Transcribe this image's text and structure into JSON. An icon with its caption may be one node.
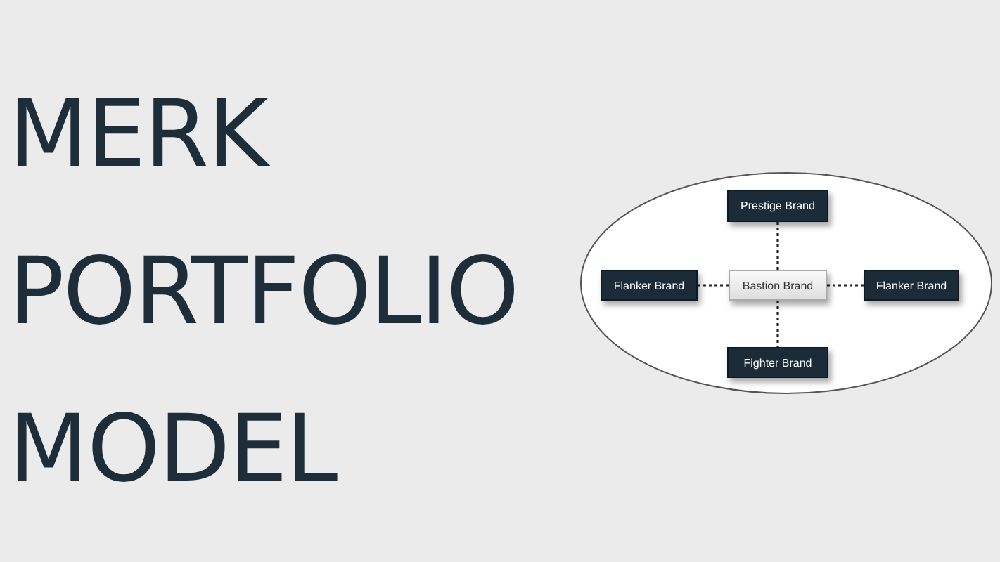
{
  "diagram": {
    "title": "MERK PORTFOLIO MODEL",
    "nodes": [
      {
        "text": [],
        "shape": "ellipse"
      },
      {
        "text": [
          "Prestige Brand"
        ],
        "in": 0
      },
      {
        "text": [
          "Flanker Brand"
        ],
        "in": 0
      },
      {
        "text": [
          "Bastion Brand"
        ],
        "in": 0
      },
      {
        "text": [
          "Flanker Brand"
        ],
        "in": 0
      },
      {
        "text": [
          "Fighter Brand"
        ],
        "in": 0
      }
    ],
    "edges": [
      {
        "from": 3,
        "to": 1,
        "arrow": "none",
        "style": "dashed"
      },
      {
        "from": 3,
        "to": 2,
        "arrow": "none",
        "style": "dashed"
      },
      {
        "from": 3,
        "to": 4,
        "arrow": "none",
        "style": "dashed"
      },
      {
        "from": 3,
        "to": 5,
        "arrow": "none",
        "style": "dashed"
      }
    ]
  }
}
